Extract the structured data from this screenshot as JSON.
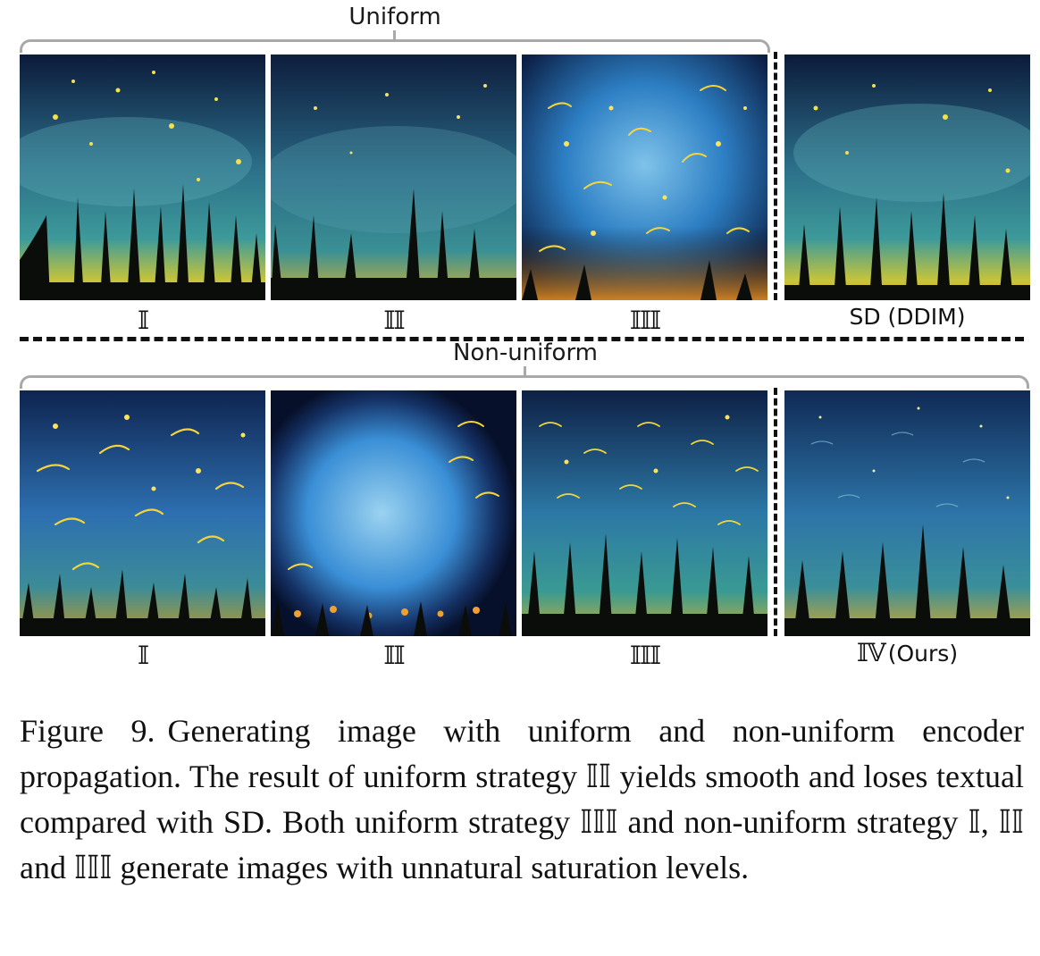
{
  "groups": {
    "top": "Uniform",
    "bottom": "Non-uniform"
  },
  "labels": {
    "top": [
      "𝕀",
      "𝕀𝕀",
      "𝕀𝕀𝕀",
      "SD (DDIM)"
    ],
    "bottom": [
      "𝕀",
      "𝕀𝕀",
      "𝕀𝕀𝕀",
      "𝕀𝕍"
    ],
    "ours_suffix": "(Ours)"
  },
  "images": {
    "top": [
      "Night sky with blue nebula clouds, scattered yellow stars, silhouetted tall grass/plants against yellow-green horizon",
      "Smoother night sky with faint stars, silhouetted plants against yellow horizon",
      "Bright blue glowing sky with many yellow firefly streaks, dark grass, orange glow at bottom",
      "Night sky with blue nebula clouds, yellow stars, silhouetted tall grass against yellow horizon"
    ],
    "bottom": [
      "Blue sky with yellow firefly streaks, silhouetted grass with glowing dots",
      "Over-saturated bright blue glow in center, dark edges, orange lights in grass",
      "Blue-green sky with dense yellow streaks, silhouetted trees and grass",
      "Blue starry sky with faint streaks, silhouetted pine trees, yellow horizon"
    ]
  },
  "colors": {
    "brace": "#a9a9a9",
    "divider": "#111111"
  },
  "caption": {
    "label": "Figure 9.",
    "text": "Generating image with uniform and non-uniform encoder propagation. The result of uniform strategy 𝕀𝕀 yields smooth and loses textual compared with SD. Both uniform strategy 𝕀𝕀𝕀 and non-uniform strategy 𝕀, 𝕀𝕀 and 𝕀𝕀𝕀 generate images with unnatural saturation levels."
  }
}
